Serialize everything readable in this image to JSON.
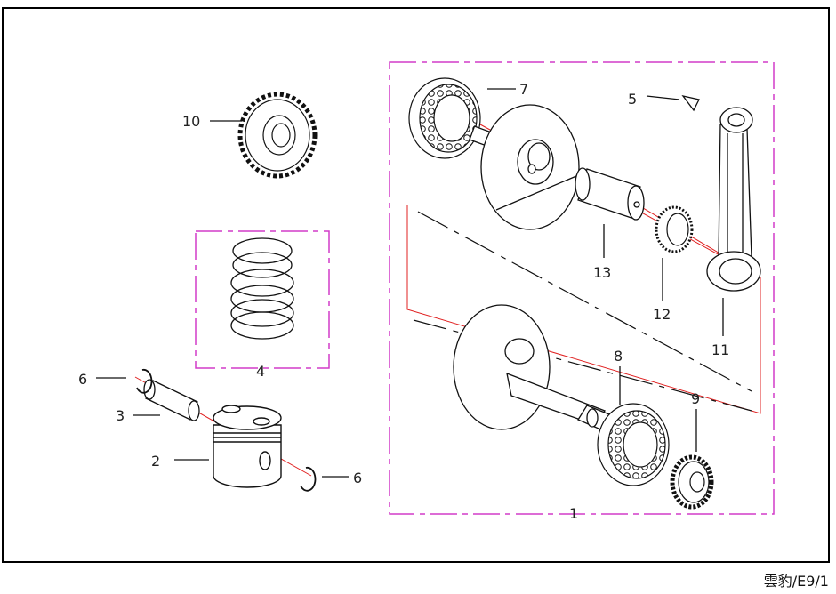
{
  "callouts": {
    "c1": "1",
    "c2": "2",
    "c3": "3",
    "c4": "4",
    "c5": "5",
    "c6a": "6",
    "c6b": "6",
    "c7": "7",
    "c8": "8",
    "c9": "9",
    "c10": "10",
    "c11": "11",
    "c12": "12",
    "c13": "13"
  },
  "footer": {
    "code": "雲豹/E9/1"
  },
  "colors": {
    "group_box": "#d23cc8",
    "axis_line": "#e02020",
    "line_art": "#111111"
  }
}
